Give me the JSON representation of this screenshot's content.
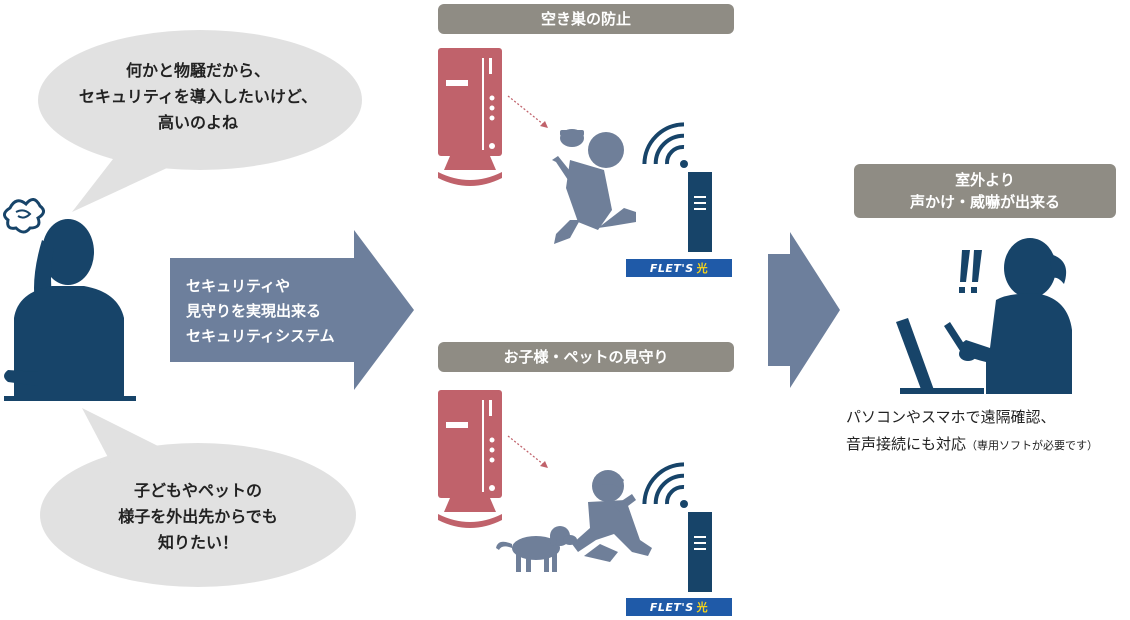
{
  "bubbles": {
    "top": "何かと物騒だから、\nセキュリティを導入したいけど、\n高いのよね",
    "bottom": "子どもやペットの\n様子を外出先からでも\n知りたい！"
  },
  "center_arrow": "セキュリティや\n見守りを実現出来る\nセキュリティシステム",
  "labels": {
    "burglary": "空き巣の防止",
    "watch": "お子様・ペットの見守り",
    "outdoor": "室外より\n声かけ・威嚇が出来る"
  },
  "flets": {
    "text": "FLET'S",
    "mark": "光"
  },
  "caption": {
    "line1": "パソコンやスマホで遠隔確認、",
    "line2": "音声接続にも対応",
    "note": "（専用ソフトが必要です）"
  },
  "colors": {
    "navy": "#174469",
    "camera": "#c0626b",
    "pill": "#8f8c84",
    "arrow": "#6d7f9c",
    "silhouette": "#6f7f99",
    "bubble": "#e1e1e1",
    "flets_blue": "#1f5aa8"
  }
}
